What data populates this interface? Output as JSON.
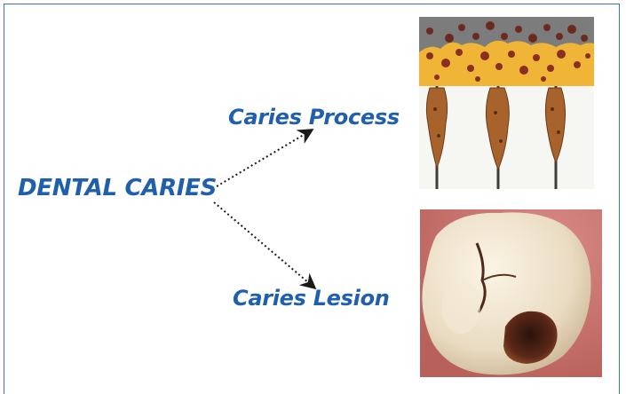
{
  "diagram": {
    "title": "DENTAL CARIES",
    "branches": [
      {
        "label": "Caries Process",
        "figure_icon": "bacterial-plaque-illustration-icon"
      },
      {
        "label": "Caries Lesion",
        "figure_icon": "carious-tooth-photo-icon"
      }
    ]
  },
  "colors": {
    "frame": "#3a73b8",
    "label": "#1f5fae",
    "arrow": "#1a1a1a"
  }
}
